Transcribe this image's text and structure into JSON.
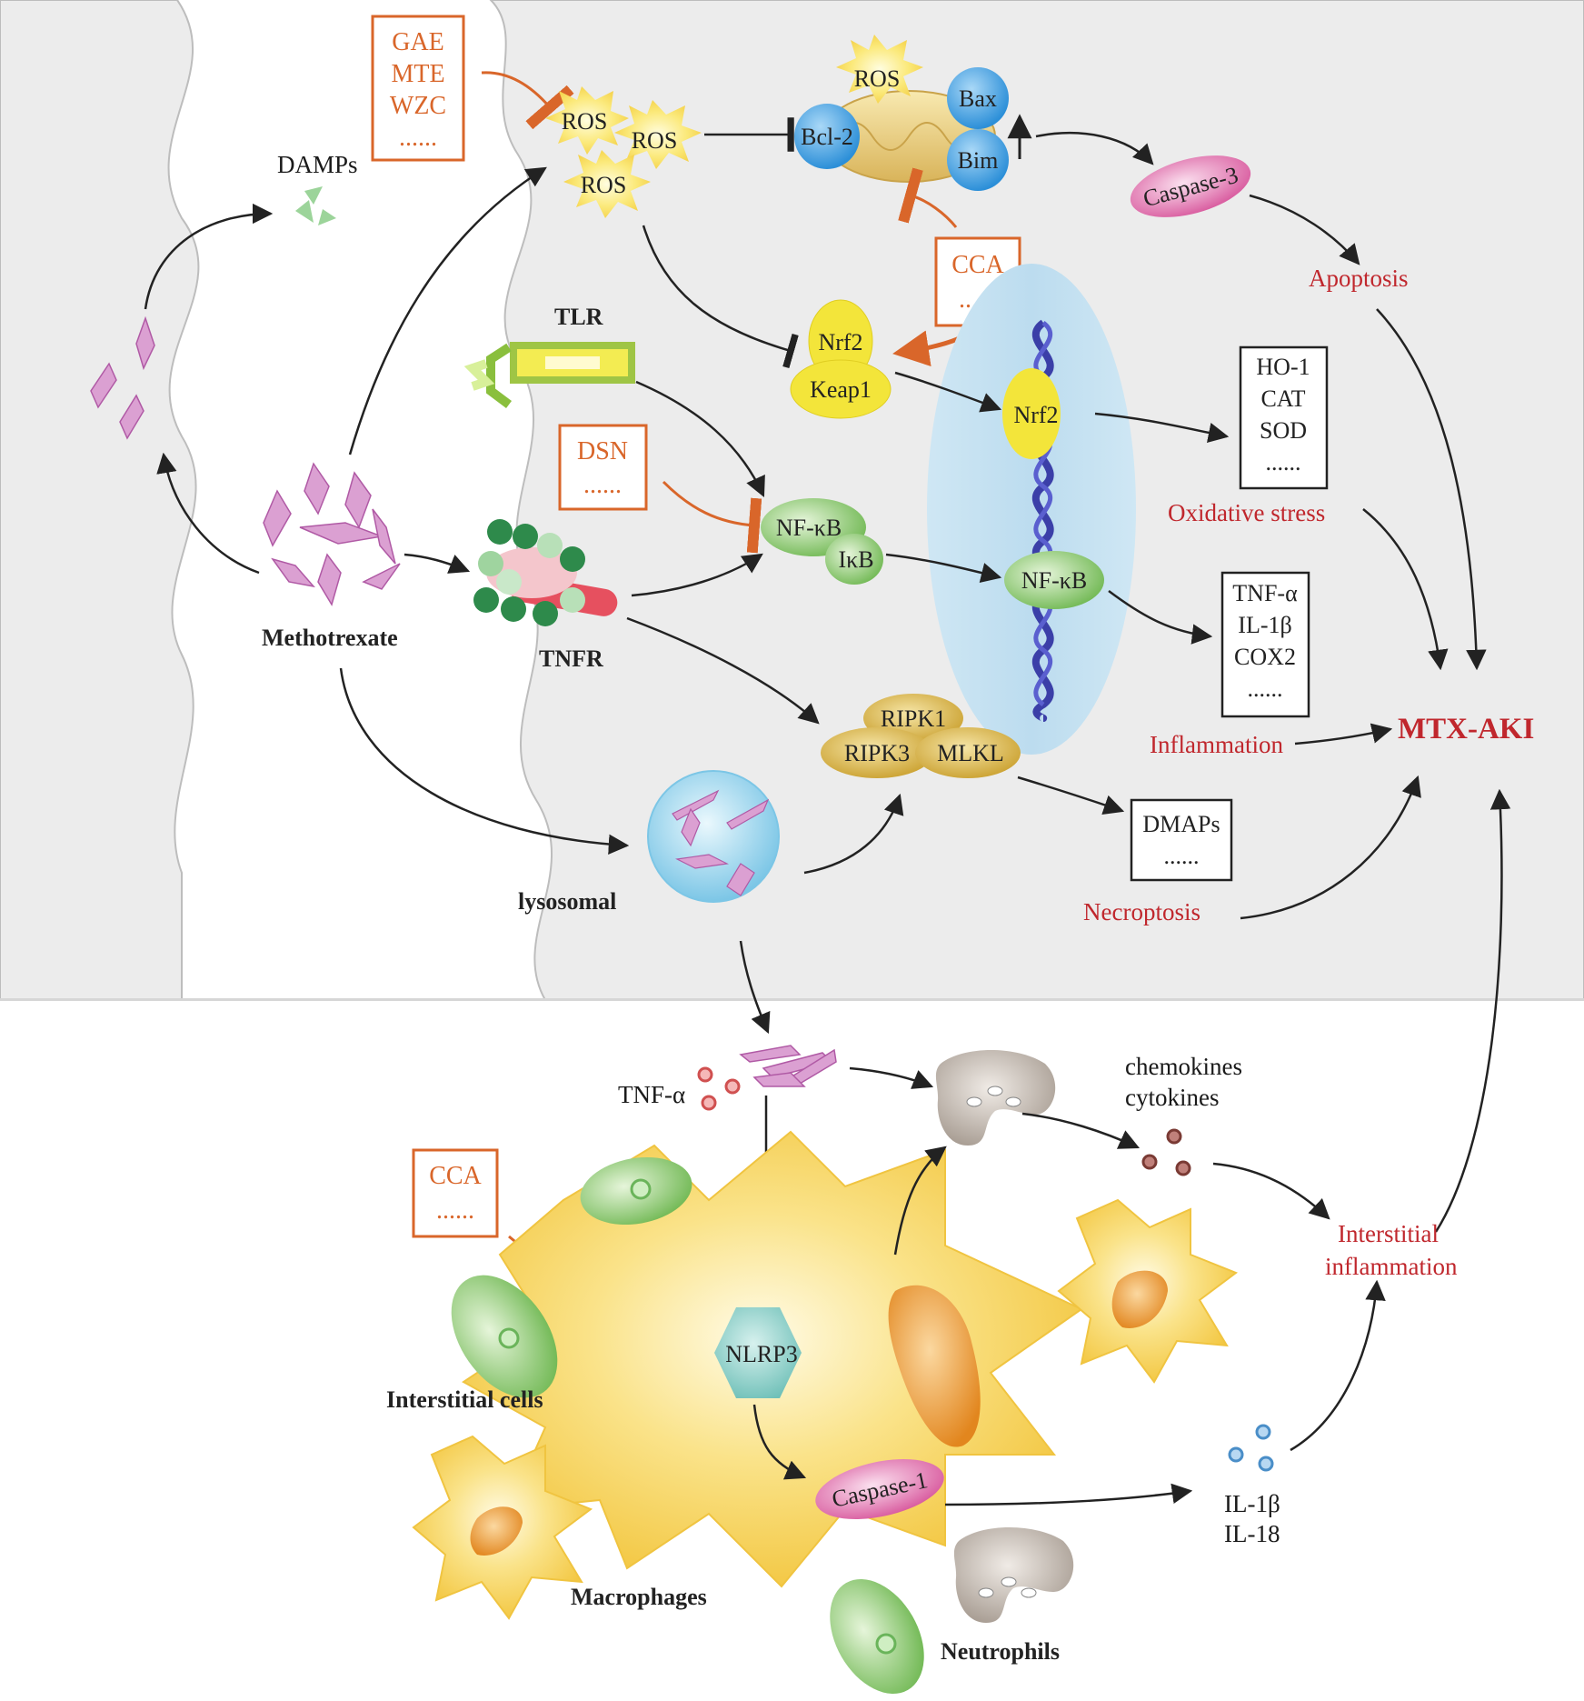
{
  "colors": {
    "cell_bg": "#ececec",
    "arrow": "#222222",
    "inhibitor": "#d9662a",
    "red_text": "#c0272d",
    "ros": "#f6ef6a",
    "bcl": "#3a9ee4",
    "nfkb": "#8cc76a",
    "ripk": "#d8b23a",
    "caspase": "#e06aa8",
    "macrophage": "#f7d24a",
    "nucleus_oval": "#bcdcef",
    "dna": "#3b3fa8"
  },
  "labels": {
    "damps": "DAMPs",
    "methotrexate": "Methotrexate",
    "tlr": "TLR",
    "tnfr": "TNFR",
    "lysosomal": "lysosomal",
    "ros": "ROS",
    "bcl2": "Bcl-2",
    "bax": "Bax",
    "bim": "Bim",
    "caspase3": "Caspase-3",
    "apoptosis": "Apoptosis",
    "nrf2": "Nrf2",
    "keap1": "Keap1",
    "nfkb": "NF-κB",
    "ikb": "IκB",
    "ripk1": "RIPK1",
    "ripk3": "RIPK3",
    "mlkl": "MLKL",
    "oxidative_stress": "Oxidative stress",
    "inflammation": "Inflammation",
    "necroptosis": "Necroptosis",
    "mtx_aki": "MTX-AKI",
    "tnf_alpha": "TNF-α",
    "chemokines": "chemokines",
    "cytokines": "cytokines",
    "interstitial_inflammation_1": "Interstitial",
    "interstitial_inflammation_2": "inflammation",
    "nlrp3": "NLRP3",
    "caspase1": "Caspase-1",
    "il1b": "IL-1β",
    "il18": "IL-18",
    "interstitial_cells": "Interstitial cells",
    "macrophages": "Macrophages",
    "neutrophils": "Neutrophils"
  },
  "boxes": {
    "inhibitors_top": [
      "GAE",
      "MTE",
      "WZC",
      "......"
    ],
    "cca_top": [
      "CCA",
      "......"
    ],
    "dsn": [
      "DSN",
      "......"
    ],
    "cca_bottom": [
      "CCA",
      "......"
    ],
    "antioxidants": [
      "HO-1",
      "CAT",
      "SOD",
      "......"
    ],
    "cytokines_box": [
      "TNF-α",
      "IL-1β",
      "COX2",
      "......"
    ],
    "dmaps": [
      "DMAPs",
      "......"
    ]
  }
}
